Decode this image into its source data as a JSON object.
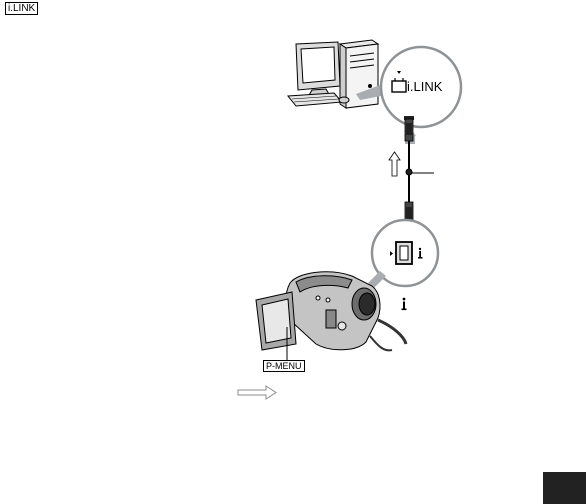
{
  "top_badge": "i.LINK",
  "port_label": "i.LINK",
  "camera_button_label": "P-MENU",
  "colors": {
    "ink": "#000000",
    "gray_arrow": "#a9adb1",
    "page_tab": "#222222"
  },
  "icons": [
    "computer-icon",
    "ilink-port-icon",
    "ilink-jack-icon",
    "info-glyph-icon",
    "handycam-icon",
    "direction-arrow-icon"
  ]
}
